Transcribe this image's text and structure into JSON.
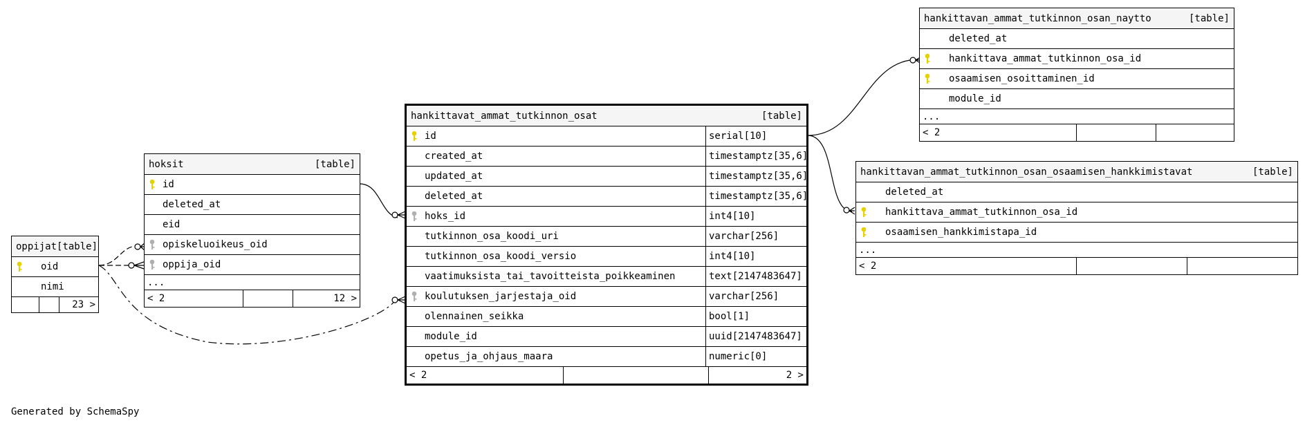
{
  "footer": "Generated by SchemaSpy",
  "colors": {
    "primary_key": "#e6d200",
    "foreign_key": "#b0b0b0",
    "header_bg": "#f5f5f5"
  },
  "tables": {
    "oppijat": {
      "name": "oppijat",
      "kind": "[table]",
      "columns": [
        {
          "name": "oid",
          "key": "primary-key-icon"
        },
        {
          "name": "nimi",
          "key": ""
        }
      ],
      "footer": [
        "",
        "",
        "23 >"
      ]
    },
    "hoksit": {
      "name": "hoksit",
      "kind": "[table]",
      "columns": [
        {
          "name": "id",
          "key": "primary-key-icon"
        },
        {
          "name": "deleted_at",
          "key": ""
        },
        {
          "name": "eid",
          "key": ""
        },
        {
          "name": "opiskeluoikeus_oid",
          "key": "foreign-key-icon"
        },
        {
          "name": "oppija_oid",
          "key": "foreign-key-icon"
        }
      ],
      "ellipsis": "...",
      "footer": [
        "< 2",
        "",
        "12 >"
      ]
    },
    "main": {
      "name": "hankittavat_ammat_tutkinnon_osat",
      "kind": "[table]",
      "columns": [
        {
          "name": "id",
          "type": "serial[10]",
          "key": "primary-key-icon"
        },
        {
          "name": "created_at",
          "type": "timestamptz[35,6]",
          "key": ""
        },
        {
          "name": "updated_at",
          "type": "timestamptz[35,6]",
          "key": ""
        },
        {
          "name": "deleted_at",
          "type": "timestamptz[35,6]",
          "key": ""
        },
        {
          "name": "hoks_id",
          "type": "int4[10]",
          "key": "foreign-key-icon"
        },
        {
          "name": "tutkinnon_osa_koodi_uri",
          "type": "varchar[256]",
          "key": ""
        },
        {
          "name": "tutkinnon_osa_koodi_versio",
          "type": "int4[10]",
          "key": ""
        },
        {
          "name": "vaatimuksista_tai_tavoitteista_poikkeaminen",
          "type": "text[2147483647]",
          "key": ""
        },
        {
          "name": "koulutuksen_jarjestaja_oid",
          "type": "varchar[256]",
          "key": "foreign-key-icon"
        },
        {
          "name": "olennainen_seikka",
          "type": "bool[1]",
          "key": ""
        },
        {
          "name": "module_id",
          "type": "uuid[2147483647]",
          "key": ""
        },
        {
          "name": "opetus_ja_ohjaus_maara",
          "type": "numeric[0]",
          "key": ""
        }
      ],
      "footer": [
        "< 2",
        "",
        "2 >"
      ]
    },
    "naytto": {
      "name": "hankittavan_ammat_tutkinnon_osan_naytto",
      "kind": "[table]",
      "columns": [
        {
          "name": "deleted_at",
          "key": ""
        },
        {
          "name": "hankittava_ammat_tutkinnon_osa_id",
          "key": "primary-key-icon"
        },
        {
          "name": "osaamisen_osoittaminen_id",
          "key": "primary-key-icon"
        },
        {
          "name": "module_id",
          "key": ""
        }
      ],
      "ellipsis": "...",
      "footer": [
        "< 2",
        "",
        ""
      ]
    },
    "hankkimistavat": {
      "name": "hankittavan_ammat_tutkinnon_osan_osaamisen_hankkimistavat",
      "kind": "[table]",
      "columns": [
        {
          "name": "deleted_at",
          "key": ""
        },
        {
          "name": "hankittava_ammat_tutkinnon_osa_id",
          "key": "primary-key-icon"
        },
        {
          "name": "osaamisen_hankkimistapa_id",
          "key": "primary-key-icon"
        }
      ],
      "ellipsis": "...",
      "footer": [
        "< 2",
        "",
        ""
      ]
    }
  }
}
